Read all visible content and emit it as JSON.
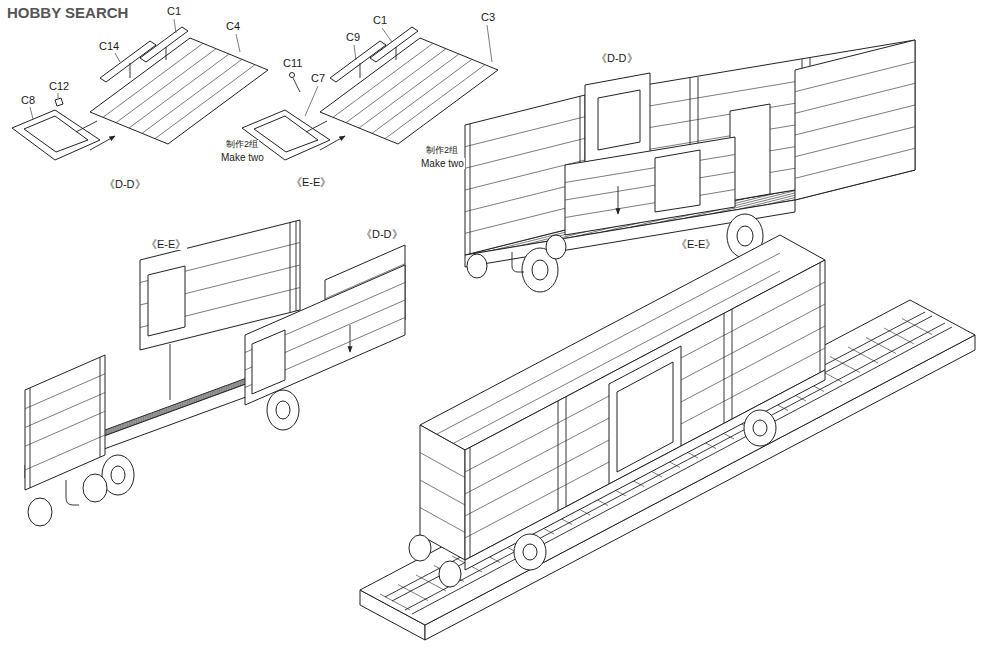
{
  "diagram": {
    "labels": [
      "HOBBY SEARCH",
      "C1",
      "C4",
      "C14",
      "C12",
      "C8",
      "《D-D》",
      "制作2组",
      "Make two",
      "C1",
      "C3",
      "C9",
      "C11",
      "C7",
      "《E-E》",
      "制作2组",
      "Make two",
      "《D-D》",
      "《E-E》",
      "《E-E》",
      "《D-D》"
    ]
  }
}
